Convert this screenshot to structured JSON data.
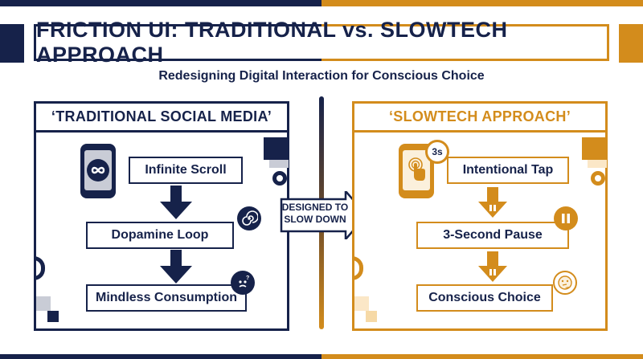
{
  "title": "FRICTION UI: TRADITIONAL vs. SLOWTECH APPROACH",
  "subtitle": "Redesigning Digital Interaction for Conscious Choice",
  "left_panel": {
    "heading": "‘TRADITIONAL SOCIAL MEDIA’",
    "steps": [
      "Infinite Scroll",
      "Dopamine Loop",
      "Mindless Consumption"
    ],
    "icons": [
      "infinite-loop-icon",
      "spiral-icon",
      "confused-face-icon"
    ]
  },
  "right_panel": {
    "heading": "‘SLOWTECH APPROACH’",
    "steps": [
      "Intentional Tap",
      "3-Second Pause",
      "Conscious Choice"
    ],
    "icons": [
      "tap-hand-icon",
      "stopwatch-icon",
      "pause-icon",
      "thinking-face-icon"
    ],
    "timer_label": "3s"
  },
  "center_arrow_label": "DESIGNED TO SLOW DOWN",
  "colors": {
    "navy": "#16224a",
    "gold": "#d38c1c",
    "light_navy": "#c9ccd6",
    "light_gold": "#fbf0dc"
  }
}
